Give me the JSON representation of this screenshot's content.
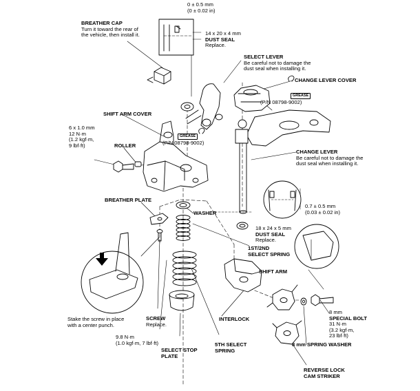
{
  "callouts": {
    "breather_cap": {
      "name": "BREATHER CAP",
      "note1": "Turn it toward the rear of",
      "note2": "the vehicle, then install it."
    },
    "top_clearance": {
      "line1": "0 ± 0.5 mm",
      "line2": "(0 ± 0.02 in)"
    },
    "dust_seal_top": {
      "size": "14 x 20 x 4 mm",
      "name": "DUST SEAL",
      "note": "Replace."
    },
    "select_lever": {
      "name": "SELECT LEVER",
      "note1": "Be careful not to damage the",
      "note2": "dust seal when installing it."
    },
    "change_lever_cover": {
      "name": "CHANGE LEVER COVER"
    },
    "grease_right": {
      "tag": "GREASE",
      "pn": "(P/N 08798-9002)"
    },
    "shift_arm_cover": {
      "name": "SHIFT ARM COVER"
    },
    "bolt_6mm": {
      "line1": "6 x 1.0 mm",
      "line2": "12 N·m",
      "line3": "(1.2 kgf·m,",
      "line4": "9 lbf·ft)"
    },
    "roller": {
      "name": "ROLLER"
    },
    "grease_left": {
      "tag": "GREASE",
      "pn": "(P/N 08798-9002)"
    },
    "change_lever": {
      "name": "CHANGE LEVER",
      "note1": "Be careful not to damage the",
      "note2": "dust seal when installing it."
    },
    "breather_plate": {
      "name": "BREATHER PLATE"
    },
    "washer": {
      "name": "WASHER"
    },
    "bottom_clearance": {
      "line1": "0.7 ± 0.5 mm",
      "line2": "(0.03 ± 0.02 in)"
    },
    "dust_seal_bottom": {
      "size": "18 x 24 x 5 mm",
      "name": "DUST SEAL",
      "note": "Replace."
    },
    "select_spring_1st2nd": {
      "line1": "1ST/2ND",
      "line2": "SELECT SPRING"
    },
    "shift_arm": {
      "name": "SHIFT ARM"
    },
    "special_bolt": {
      "line1": "8 mm",
      "line2": "SPECIAL BOLT",
      "line3": "31 N·m",
      "line4": "(3.2 kgf·m,",
      "line5": "23 lbf·ft)"
    },
    "stake": {
      "line1": "Stake the screw in place",
      "line2": "with a center punch."
    },
    "screw": {
      "name": "SCREW",
      "note": "Replace."
    },
    "interlock": {
      "name": "INTERLOCK"
    },
    "screw_torque": {
      "line1": "9.8 N·m",
      "line2": "(1.0 kgf·m, 7 lbf·ft)"
    },
    "select_stop_plate": {
      "line1": "SELECT STOP",
      "line2": "PLATE"
    },
    "select_spring_5th": {
      "line1": "5TH SELECT",
      "line2": "SPRING"
    },
    "spring_washer": {
      "name": "8 mm SPRING WASHER"
    },
    "reverse_lock": {
      "line1": "REVERSE LOCK",
      "line2": "CAM STRIKER"
    }
  }
}
